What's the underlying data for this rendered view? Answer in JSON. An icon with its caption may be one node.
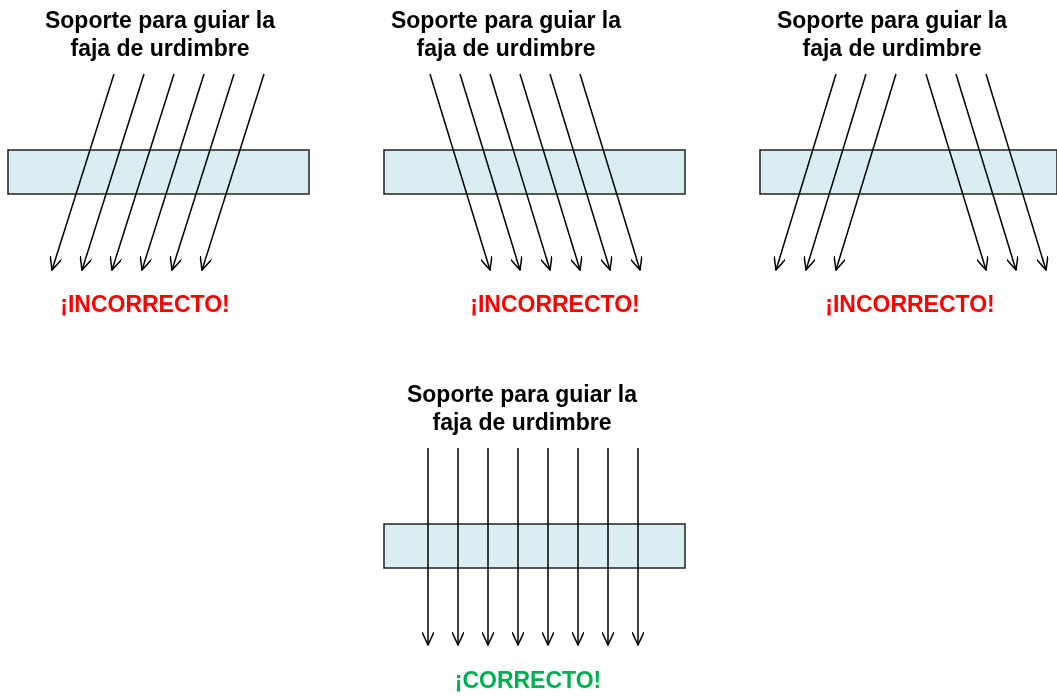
{
  "diagram": {
    "labels": [
      "Soporte para guiar la faja de urdimbre",
      "Soporte para guiar la faja de urdimbre",
      "Soporte para guiar la faja de urdimbre",
      "¡INCORRECTO!",
      "¡INCORRECTO!",
      "¡INCORRECTO!",
      "Soporte para guiar la faja de urdimbre",
      "¡CORRECTO!"
    ]
  }
}
